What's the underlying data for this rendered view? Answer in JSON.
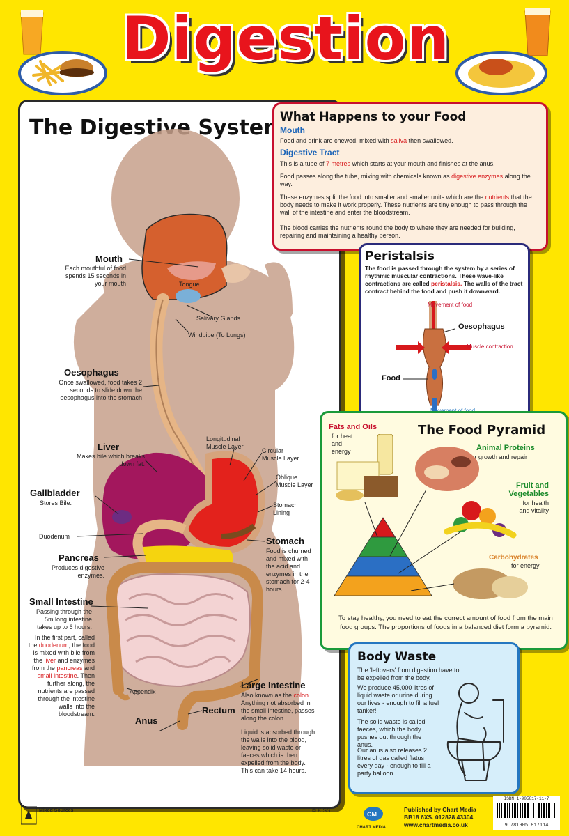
{
  "page_title": "Digestion",
  "main": {
    "heading": "The Digestive System",
    "labels": {
      "mouth": {
        "name": "Mouth",
        "desc": "Each mouthful of food spends 15 seconds in your mouth"
      },
      "tongue": "Tongue",
      "salivary": "Salivary Glands",
      "windpipe": "Windpipe (To Lungs)",
      "oesophagus": {
        "name": "Oesophagus",
        "desc": "Once swallowed, food takes 2 seconds to slide down the oesophagus into the stomach"
      },
      "liver": {
        "name": "Liver",
        "desc": "Makes bile which breaks down fat."
      },
      "gallbladder": {
        "name": "Gallbladder",
        "desc": "Stores Bile."
      },
      "duodenum": "Duodenum",
      "pancreas": {
        "name": "Pancreas",
        "desc": "Produces digestive enzymes."
      },
      "longitudinal": "Longitudinal Muscle Layer",
      "circular": "Circular Muscle Layer",
      "oblique": "Oblique Muscle Layer",
      "lining": "Stomach Lining",
      "stomach": {
        "name": "Stomach",
        "desc": "Food is churned and mixed with the acid and enzymes in the stomach for 2-4 hours"
      },
      "small_intestine": {
        "name": "Small Intestine",
        "desc1": "Passing through the 5m long intestine takes up to 6 hours.",
        "desc2_a": "In the first part, called the ",
        "desc2_b": "duodenum",
        "desc2_c": ", the food is mixed with bile from the ",
        "desc2_d": "liver",
        "desc2_e": " and enzymes from the ",
        "desc2_f": "pancreas",
        "desc2_g": " and ",
        "desc2_h": "small intestine",
        "desc2_i": ". Then further along, the nutrients are passed through the intestine walls into the bloodstream."
      },
      "appendix": "Appendix",
      "anus": "Anus",
      "rectum": "Rectum",
      "large_intestine": {
        "name": "Large Intestine",
        "desc1_a": "Also known as the ",
        "desc1_b": "colon",
        "desc1_c": ". Anything not absorbed in the small intestine, passes along the colon.",
        "desc2": "Liquid is absorbed through the walls into the blood, leaving solid waste or faeces which is then expelled from the body. This can take 14 hours."
      }
    }
  },
  "food": {
    "heading": "What Happens to your Food",
    "mouth_head": "Mouth",
    "mouth_a": "Food and drink are chewed, mixed with ",
    "mouth_b": "saliva",
    "mouth_c": " then swallowed.",
    "tract_head": "Digestive Tract",
    "p1_a": "This is a tube of ",
    "p1_b": "7 metres",
    "p1_c": " which starts at your mouth and finishes at the anus.",
    "p2_a": "Food passes along the tube, mixing with chemicals known as ",
    "p2_b": "digestive enzymes",
    "p2_c": " along the way.",
    "p3_a": "These enzymes split the food into smaller and smaller units which are the ",
    "p3_b": "nutrients",
    "p3_c": " that the body needs to make it work properly. These nutrients are tiny enough to pass through the wall of the intestine and enter the bloodstream.",
    "p4": "The blood carries the nutrients round the body to where they are needed for building, repairing and maintaining a healthy person."
  },
  "peristalsis": {
    "heading": "Peristalsis",
    "text_a": "The food is passed through the system by a series of rhythmic muscular contractions. These wave-like contractions are called ",
    "text_b": "peristalsis.",
    "text_c": " The walls of the tract contract behind the food and push it downward.",
    "movement_top": "Movement of food",
    "oesophagus": "Oesophagus",
    "muscle": "Muscle contraction",
    "food": "Food",
    "movement_bottom": "Movement of food"
  },
  "pyramid": {
    "heading": "The Food Pyramid",
    "fats": "Fats and Oils",
    "fats_desc": "for heat and energy",
    "proteins": "Animal Proteins",
    "proteins_desc": "for growth and repair",
    "fruit": "Fruit and Vegetables",
    "fruit_desc": "for health and vitality",
    "carbs": "Carbohydrates",
    "carbs_desc": "for energy",
    "footer": "To stay healthy, you need to eat the correct amount of food from the main food groups. The proportions of foods in a balanced diet form a pyramid.",
    "colors": [
      "#d7191c",
      "#2f9a3f",
      "#2b6fc4",
      "#f3a21d"
    ]
  },
  "waste": {
    "heading": "Body Waste",
    "p1": "The 'leftovers' from digestion have to be expelled from the body.",
    "p2": "We produce 45,000 litres of liquid waste or urine during our lives - enough to fill a fuel tanker!",
    "p3": "The solid waste is called faeces, which the body pushes out through the anus.",
    "p4": "Our anus also releases 2 litres of gas called flatus every day - enough to fill a party balloon."
  },
  "footer": {
    "copyright": "© KISS",
    "publisher1": "Published by Chart Media",
    "publisher2": "BB18 6XS. 012828 43304",
    "publisher3": "www.chartmedia.co.uk",
    "isbn": "ISBN 1-905817-11-7",
    "barcode": "9 781905 817114",
    "fsc": "Mixed Sources",
    "logo": "CHART MEDIA"
  }
}
